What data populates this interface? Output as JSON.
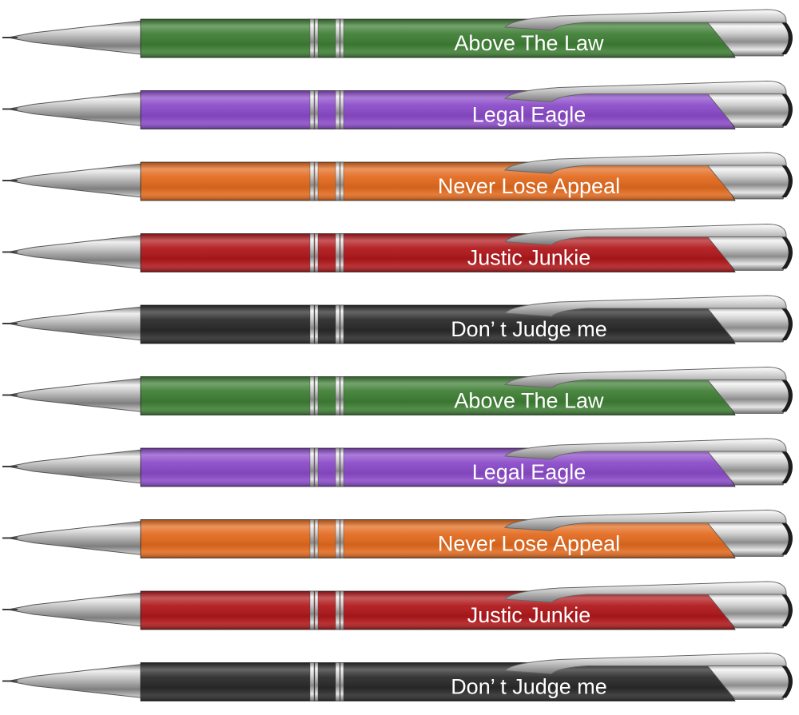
{
  "pens": [
    {
      "text": "Above The Law",
      "color": "#3f7f35"
    },
    {
      "text": "Legal Eagle",
      "color": "#8b4bc9"
    },
    {
      "text": "Never Lose Appeal",
      "color": "#e36b1f"
    },
    {
      "text": "Justic Junkie",
      "color": "#b0181b"
    },
    {
      "text": "Don’ t Judge me",
      "color": "#2a2a2a"
    },
    {
      "text": "Above The Law",
      "color": "#3f7f35"
    },
    {
      "text": "Legal Eagle",
      "color": "#8b4bc9"
    },
    {
      "text": "Never Lose Appeal",
      "color": "#e36b1f"
    },
    {
      "text": "Justic Junkie",
      "color": "#b0181b"
    },
    {
      "text": "Don’ t Judge me",
      "color": "#2a2a2a"
    }
  ]
}
